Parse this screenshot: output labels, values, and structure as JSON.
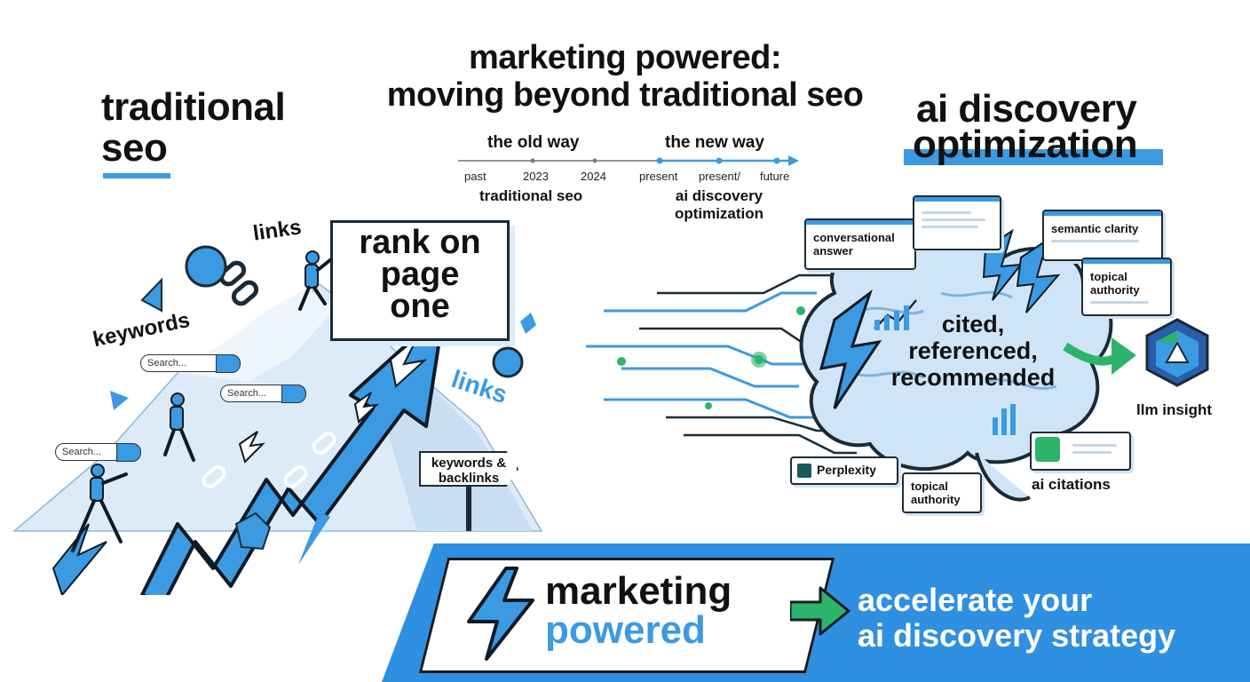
{
  "header": {
    "title_line1": "marketing powered:",
    "title_line2": "moving beyond traditional seo"
  },
  "left_heading": {
    "line1": "traditional",
    "line2": "seo"
  },
  "right_heading": {
    "line1": "ai discovery",
    "line2": "optimization"
  },
  "timeline": {
    "old_way": "the old way",
    "new_way": "the new way",
    "ticks": [
      "past",
      "2023",
      "2024",
      "present",
      "present/",
      "future"
    ],
    "old_label": "traditional seo",
    "new_label_line1": "ai discovery",
    "new_label_line2": "optimization"
  },
  "left_scene": {
    "links_top": "links",
    "keywords": "keywords",
    "links_side": "links",
    "banner": [
      "rank on",
      "page",
      "one"
    ],
    "signpost_line1": "keywords &",
    "signpost_line2": "backlinks",
    "search_placeholder": "Search..."
  },
  "right_scene": {
    "conversational_line1": "conversational",
    "conversational_line2": "answer",
    "semantic_clarity": "semantic clarity",
    "topical_line1": "topical",
    "topical_line2": "authority",
    "brain_line1": "cited,",
    "brain_line2": "referenced,",
    "brain_line3": "recommended",
    "llm_insight": "llm insight",
    "perplexity": "Perplexity",
    "topical_bottom_line1": "topical",
    "topical_bottom_line2": "authority",
    "ai_citations": "ai citations"
  },
  "cta": {
    "brand_line1": "marketing",
    "brand_line2": "powered",
    "tagline_line1": "accelerate your",
    "tagline_line2": "ai discovery strategy"
  },
  "colors": {
    "accent": "#3b9ae1",
    "dark": "#111111",
    "green": "#2db36a",
    "banner": "#2f8fe0"
  }
}
